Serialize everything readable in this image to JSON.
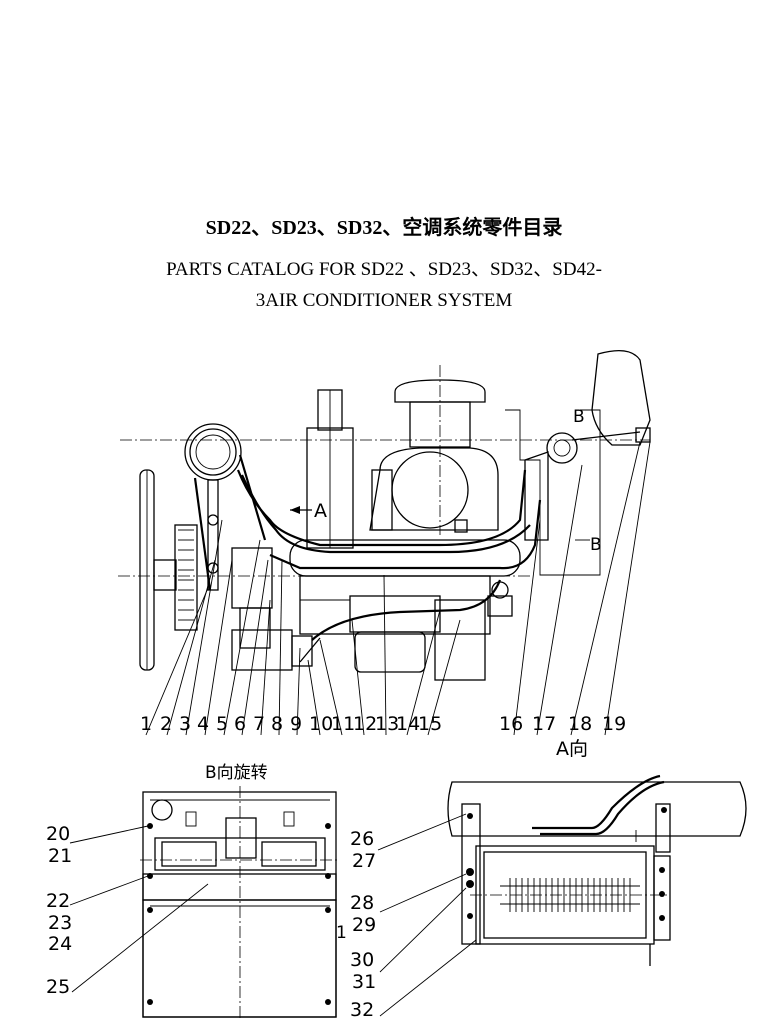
{
  "title": {
    "cn": "SD22、SD23、SD32、空调系统零件目录",
    "en_line1": "PARTS CATALOG FOR SD22 、SD23、SD32、SD42-",
    "en_line2": "3AIR CONDITIONER SYSTEM"
  },
  "main_view": {
    "arrow_a_label": "A",
    "view_b_label_top": "B",
    "view_b_label_side": "B",
    "callouts": [
      "1",
      "2",
      "3",
      "4",
      "5",
      "6",
      "7",
      "8",
      "9",
      "10",
      "11",
      "12",
      "13",
      "14",
      "15",
      "16",
      "17",
      "18",
      "19"
    ],
    "view_label": "A向"
  },
  "view_b": {
    "title": "B向旋转",
    "callouts": [
      "20",
      "21",
      "22",
      "23",
      "24",
      "25"
    ],
    "side_mark": "1"
  },
  "view_a": {
    "callouts": [
      "26",
      "27",
      "28",
      "29",
      "30",
      "31",
      "32"
    ]
  }
}
